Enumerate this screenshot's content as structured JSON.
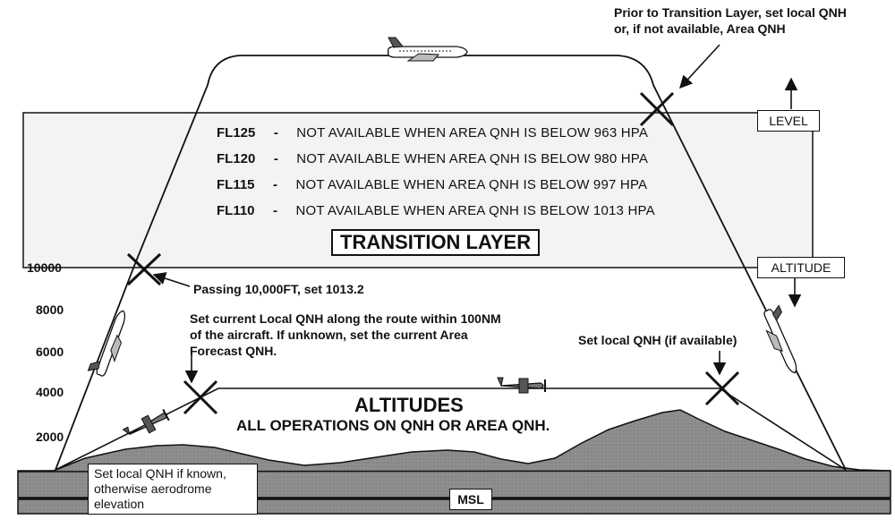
{
  "top_note": {
    "line1": "Prior to Transition Layer, set local QNH",
    "line2": "or, if  not  available, Area QNH"
  },
  "transition": {
    "rows": [
      {
        "fl": "FL125",
        "dash": "-",
        "text": "NOT AVAILABLE WHEN AREA QNH IS BELOW 963 HPA"
      },
      {
        "fl": "FL120",
        "dash": "-",
        "text": "NOT AVAILABLE WHEN AREA QNH IS BELOW 980 HPA"
      },
      {
        "fl": "FL115",
        "dash": "-",
        "text": "NOT AVAILABLE WHEN AREA QNH IS BELOW 997 HPA"
      },
      {
        "fl": "FL110",
        "dash": "-",
        "text": "NOT AVAILABLE WHEN AREA QNH IS BELOW 1013 HPA"
      }
    ],
    "title": "TRANSITION LAYER"
  },
  "level_label": "LEVEL",
  "altitude_label": "ALTITUDE",
  "y_axis": [
    "10000",
    "8000",
    "6000",
    "4000",
    "2000"
  ],
  "passing_note": "Passing 10,000FT,  set  1013.2",
  "route_note": {
    "line1": "Set  current Local QNH along the route within 100NM",
    "line2": "of the aircraft.  If unknown, set the current Area",
    "line3": "Forecast QNH."
  },
  "local_qnh_note": "Set local QNH (if available)",
  "altitudes": {
    "title": "ALTITUDES",
    "subtitle": "ALL OPERATIONS ON QNH OR AREA QNH."
  },
  "aerodrome_note": {
    "line1": "Set local QNH if known,",
    "line2": "otherwise aerodrome",
    "line3": "elevation"
  },
  "msl_label": "MSL",
  "colors": {
    "ink": "#111111",
    "band": "#f2f2f2",
    "terrain": "#8a8a8a",
    "ground": "#9a9a9a"
  },
  "icons": [
    "airliner-icon",
    "light-aircraft-icon",
    "cross-marker-icon",
    "arrow-icon"
  ]
}
